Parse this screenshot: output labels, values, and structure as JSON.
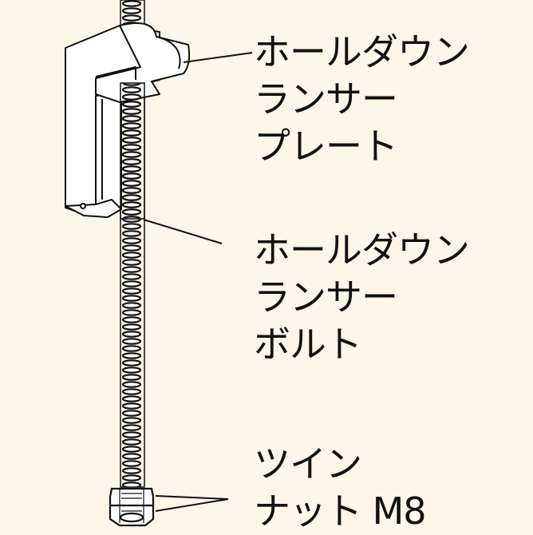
{
  "background": "#FEF6E8",
  "line_color": "#111111",
  "labels": {
    "plate": {
      "lines": [
        "ホールダウン",
        "ランサー",
        "プレート"
      ]
    },
    "bolt": {
      "lines": [
        "ホールダウン",
        "ランサー",
        "ボルト"
      ]
    },
    "nut": {
      "lines": [
        "ツイン",
        "ナット M8"
      ]
    }
  }
}
